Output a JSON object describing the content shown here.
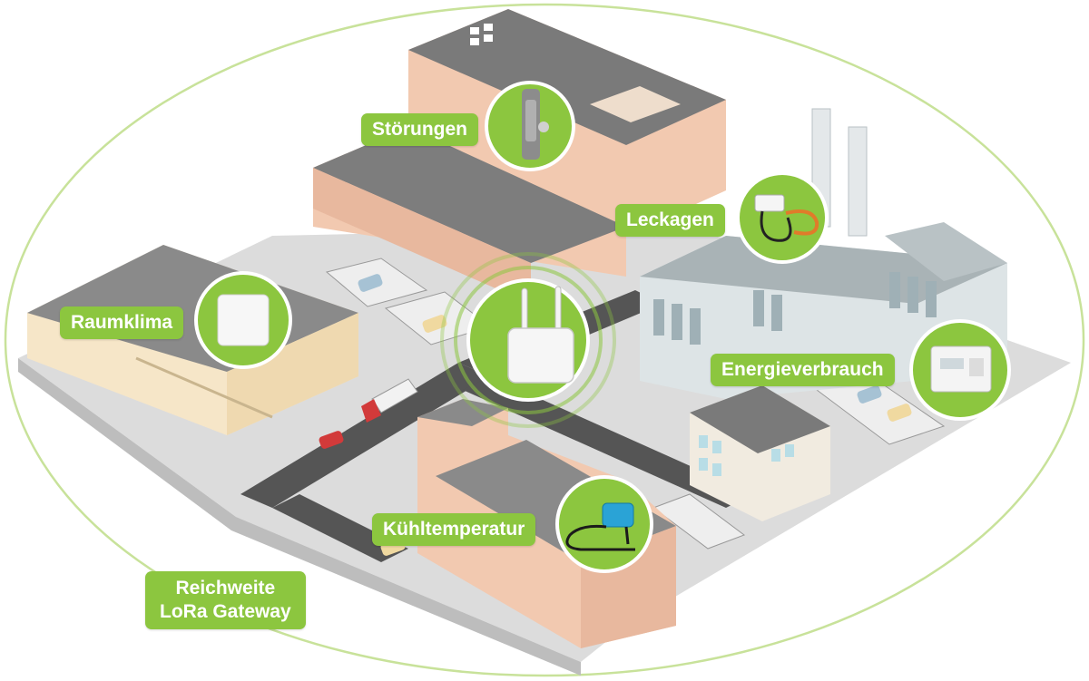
{
  "colors": {
    "accent_green": "#8cc63f",
    "coverage_outline": "#c8e29a",
    "ground": "#d9d9d9",
    "road": "#555555",
    "roof": "#7a7a7a",
    "brick": "#f2c9b0",
    "factory": "#dde4e6"
  },
  "icons": {
    "gateway": "lora-gateway-icon",
    "stoerungen": "fault-sensor-icon",
    "leckagen": "leak-sensor-icon",
    "raumklima": "room-climate-sensor-icon",
    "energie": "energy-meter-icon",
    "kuehl": "temperature-probe-icon"
  },
  "labels": {
    "stoerungen": "Störungen",
    "leckagen": "Leckagen",
    "raumklima": "Raumklima",
    "energieverbrauch": "Energieverbrauch",
    "kuehltemperatur": "Kühltemperatur",
    "reichweite_line1": "Reichweite",
    "reichweite_line2": "LoRa Gateway"
  }
}
